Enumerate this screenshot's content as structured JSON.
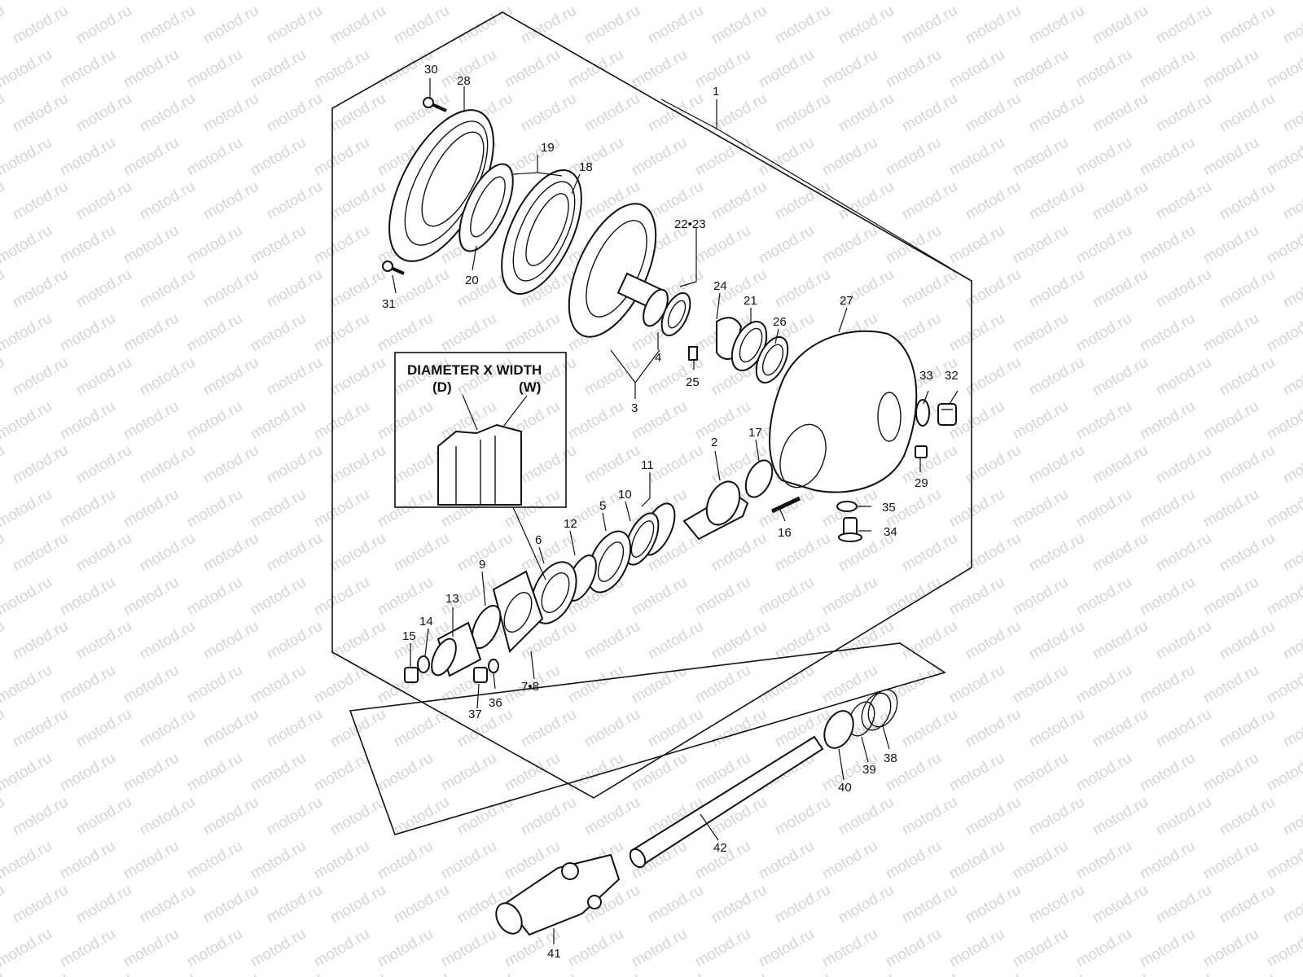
{
  "watermark": {
    "text": "motod.ru"
  },
  "inset": {
    "title": "DIAMETER  X  WIDTH",
    "left_label": "(D)",
    "right_label": "(W)"
  },
  "callouts": {
    "c1": "1",
    "c2": "2",
    "c3": "3",
    "c4": "4",
    "c5": "5",
    "c6": "6",
    "c7_8": "7•8",
    "c9": "9",
    "c10": "10",
    "c11": "11",
    "c12": "12",
    "c13": "13",
    "c14": "14",
    "c15": "15",
    "c16": "16",
    "c17": "17",
    "c18": "18",
    "c19": "19",
    "c20": "20",
    "c21": "21",
    "c22_23": "22•23",
    "c24": "24",
    "c25": "25",
    "c26": "26",
    "c27": "27",
    "c28": "28",
    "c29": "29",
    "c30": "30",
    "c31": "31",
    "c32": "32",
    "c33": "33",
    "c34": "34",
    "c35": "35",
    "c36": "36",
    "c37": "37",
    "c38": "38",
    "c39": "39",
    "c40": "40",
    "c41": "41",
    "c42": "42"
  },
  "colors": {
    "line": "#111111",
    "watermark": "#d4d4d4",
    "background": "#ffffff"
  }
}
